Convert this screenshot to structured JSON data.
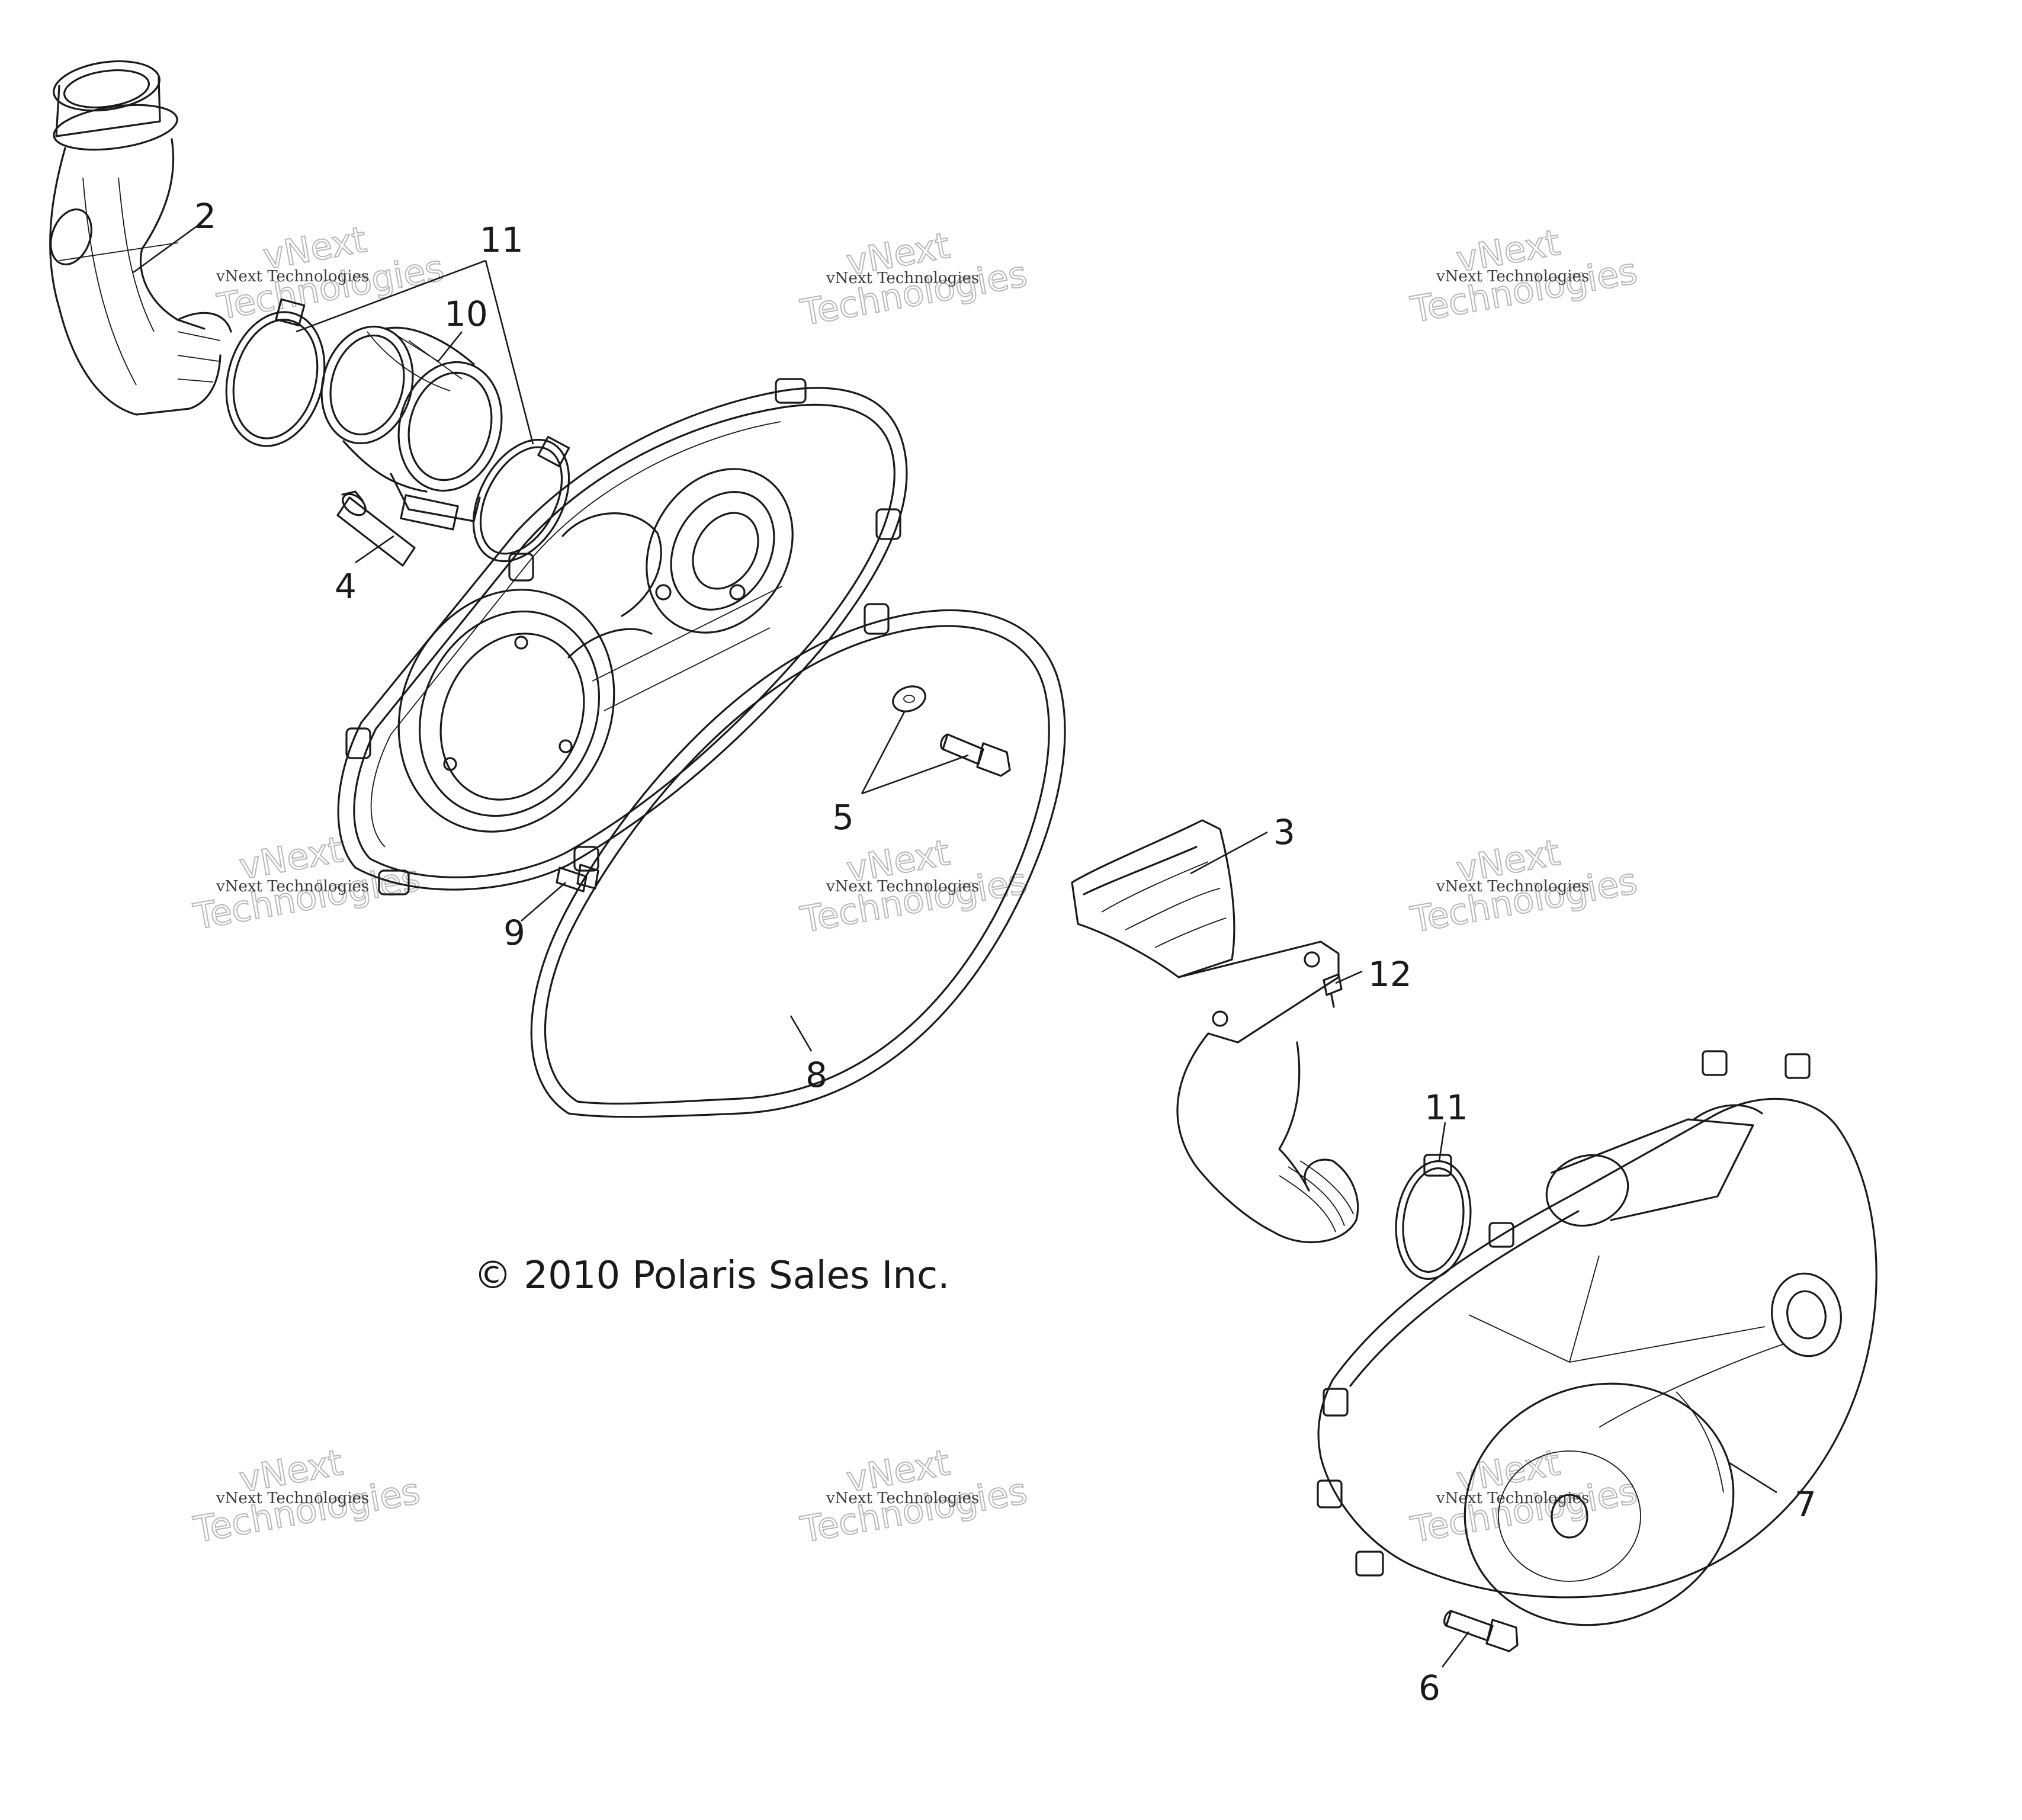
{
  "copyright": "© 2010 Polaris Sales Inc.",
  "watermark": {
    "line1": "vNext Technologies",
    "line2": "Technologies",
    "line3": "vNext"
  },
  "callouts": {
    "c2": "2",
    "c11a": "11",
    "c10": "10",
    "c4": "4",
    "c5": "5",
    "c3": "3",
    "c9": "9",
    "c12": "12",
    "c8": "8",
    "c11b": "11",
    "c7": "7",
    "c6": "6"
  }
}
